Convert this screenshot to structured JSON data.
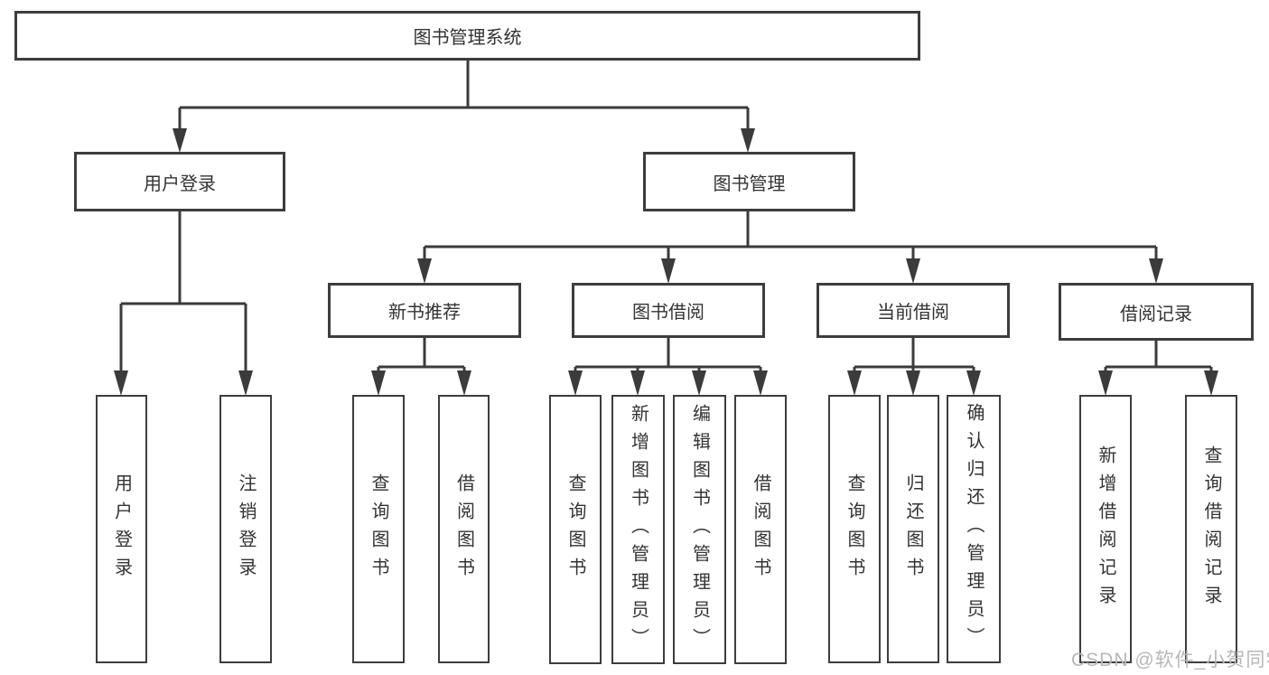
{
  "tree": {
    "label": "图书管理系统",
    "children": [
      {
        "label": "用户登录",
        "children": [
          {
            "label": "用户登录"
          },
          {
            "label": "注销登录"
          }
        ]
      },
      {
        "label": "图书管理",
        "children": [
          {
            "label": "新书推荐",
            "children": [
              {
                "label": "查询图书"
              },
              {
                "label": "借阅图书"
              }
            ]
          },
          {
            "label": "图书借阅",
            "children": [
              {
                "label": "查询图书"
              },
              {
                "label": "新增图书（管理员）"
              },
              {
                "label": "编辑图书（管理员）"
              },
              {
                "label": "借阅图书"
              }
            ]
          },
          {
            "label": "当前借阅",
            "children": [
              {
                "label": "查询图书"
              },
              {
                "label": "归还图书"
              },
              {
                "label": "确认归还（管理员）"
              }
            ]
          },
          {
            "label": "借阅记录",
            "children": [
              {
                "label": "新增借阅记录"
              },
              {
                "label": "查询借阅记录"
              }
            ]
          }
        ]
      }
    ]
  },
  "watermark": {
    "text": "CSDN @软件_小贺同学"
  },
  "colors": {
    "line": "#3b3b3b",
    "border": "#3d3d3d",
    "text": "#333333",
    "watermark": "#b7b7b7",
    "background": "#ffffff"
  }
}
